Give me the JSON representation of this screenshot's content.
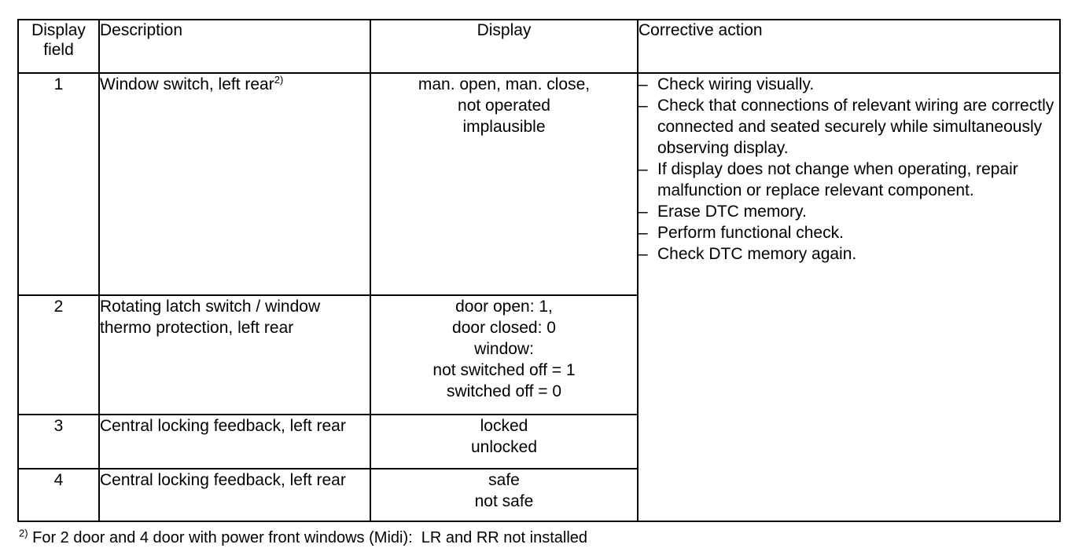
{
  "table": {
    "headers": {
      "display_field": "Display\nfield",
      "display_field_line1": "Display",
      "display_field_line2": "field",
      "description": "Description",
      "display": "Display",
      "corrective_action": "Corrective action"
    },
    "rows": [
      {
        "field": "1",
        "description": "Window switch, left rear",
        "description_footnote": "2)",
        "display_lines": [
          "man. open, man. close,",
          "not operated",
          "implausible"
        ]
      },
      {
        "field": "2",
        "description": "Rotating latch switch / window thermo protection, left rear",
        "description_footnote": "",
        "display_lines": [
          "door open:  1,",
          "door closed:  0",
          "window:",
          "not switched off = 1",
          "switched off = 0"
        ]
      },
      {
        "field": "3",
        "description": "Central locking feedback, left rear",
        "description_footnote": "",
        "display_lines": [
          "locked",
          "unlocked"
        ]
      },
      {
        "field": "4",
        "description": "Central locking feedback, left rear",
        "description_footnote": "",
        "display_lines": [
          "safe",
          "not safe"
        ]
      }
    ],
    "corrective_action_items": [
      "Check wiring visually.",
      "Check that connections of relevant wiring are correctly connected and seated securely while simultaneously observing display.",
      "If display does not change when operating, repair malfunction or replace relevant component.",
      "Erase DTC memory.",
      "Perform functional check.",
      "Check DTC memory again."
    ],
    "corrective_action_bullet": "–"
  },
  "footnote": {
    "marker": "2)",
    "text": " For 2 door and 4 door with power front windows (Midi):  LR and RR not installed"
  },
  "colors": {
    "ink": "#000000",
    "paper": "#ffffff"
  }
}
